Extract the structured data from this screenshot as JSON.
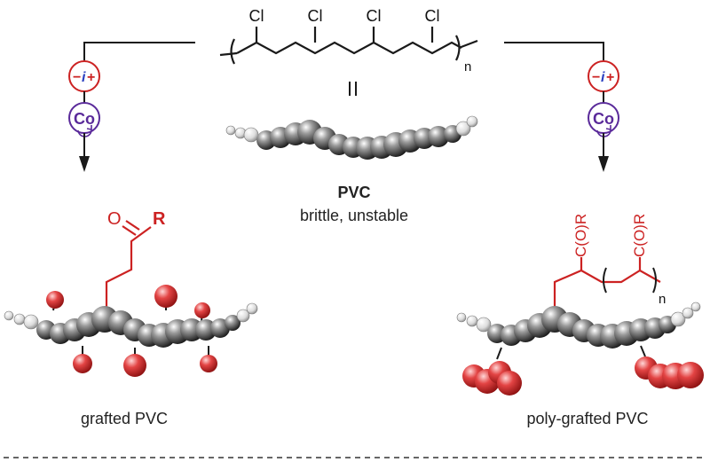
{
  "colors": {
    "bond": "#1a1a1a",
    "red": "#cc2222",
    "purple": "#5a2a9a",
    "blue": "#2a3fc0",
    "bead_dark": "#2a2a2a",
    "bead_light": "#d8d8d8",
    "bead_red": "#e03a3a"
  },
  "top": {
    "cl_label": "Cl",
    "subscript_n": "n",
    "equals_symbol": "II",
    "polymer_name": "PVC",
    "polymer_desc": "brittle, unstable"
  },
  "electrochem": {
    "minus": "−",
    "current": "i",
    "plus": "+",
    "cobalt": "Co"
  },
  "left": {
    "carbonyl_o": "O",
    "r_group": "R",
    "caption": "grafted PVC"
  },
  "right": {
    "graft_group": "C(O)R",
    "subscript_n": "n",
    "caption": "poly-grafted PVC"
  },
  "icons": {
    "electrode": "electrode-icon",
    "catalyst": "cobalt-catalyst-icon",
    "arrow": "arrow-down-icon"
  }
}
